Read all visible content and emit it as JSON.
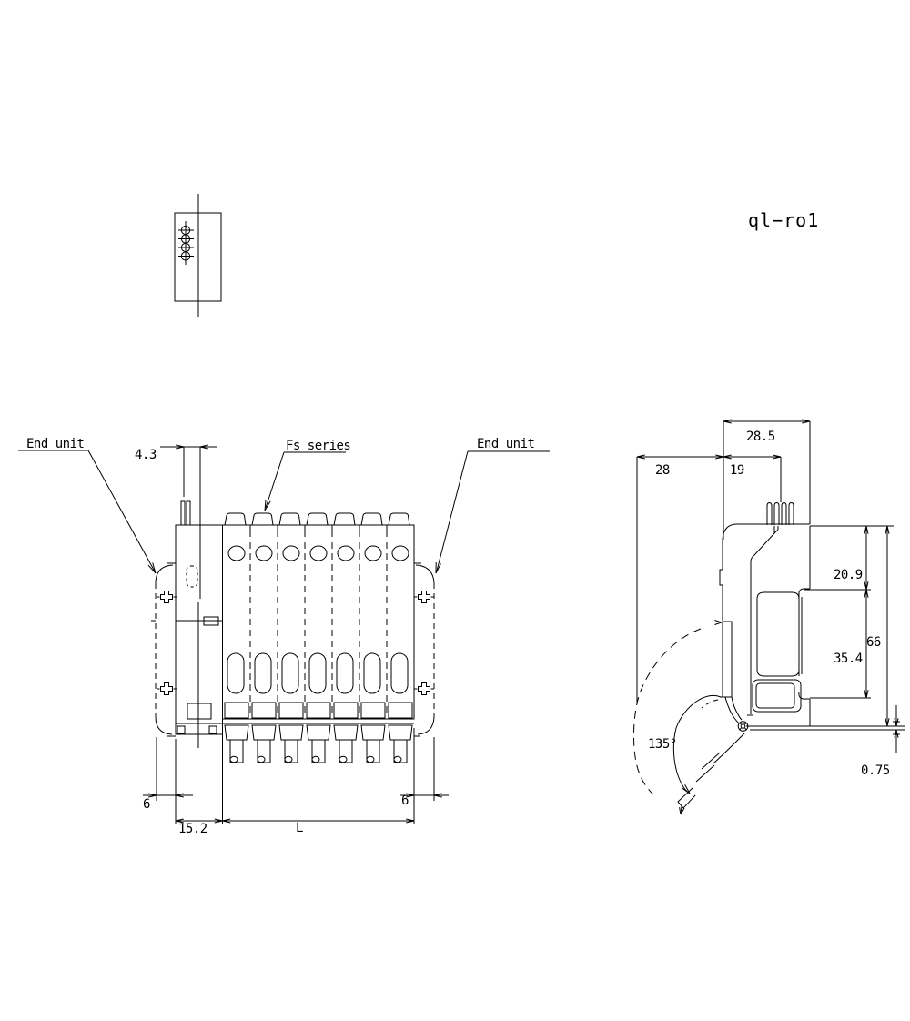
{
  "title": "ql−ro1",
  "front_view": {
    "label_end_unit_left": "End unit",
    "label_fs_series": "Fs series",
    "label_end_unit_right": "End unit",
    "dim_pin_offset": "4.3",
    "dim_left_overhang": "6",
    "dim_right_overhang": "6",
    "dim_end_unit_width": "15.2",
    "dim_row_length": "L"
  },
  "side_view": {
    "dim_total_width": "28.5",
    "dim_rear_depth": "28",
    "dim_front_depth": "19",
    "dim_upper_height": "20.9",
    "dim_total_height": "66",
    "dim_lower_height": "35.4",
    "dim_swing_angle": "135°",
    "dim_rail_gap": "0.75"
  }
}
